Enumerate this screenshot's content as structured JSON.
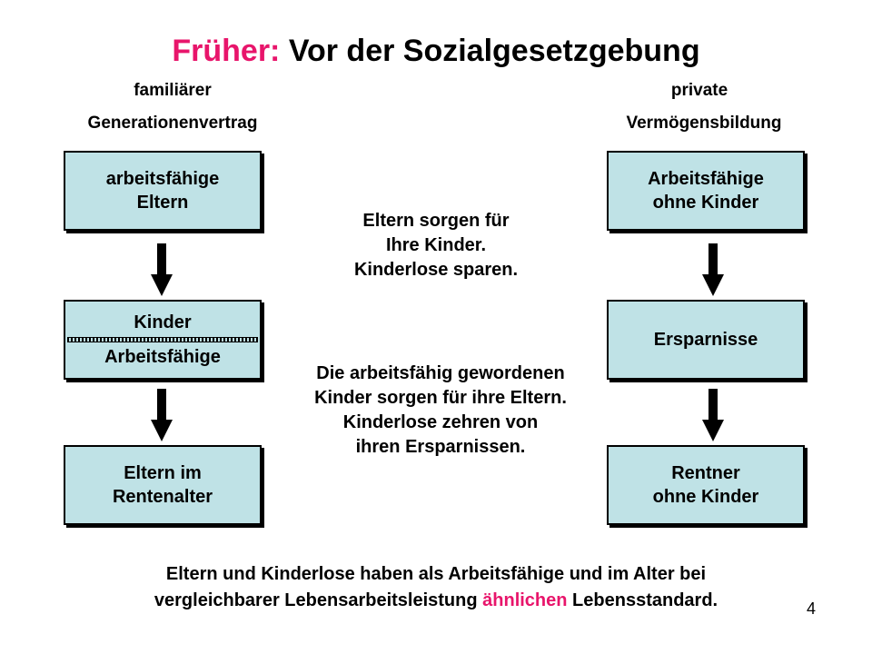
{
  "title": {
    "prefix": "Früher:",
    "rest": " Vor der Sozialgesetzgebung"
  },
  "left_header": {
    "line1": "familiärer",
    "line2": "Generationenvertrag"
  },
  "right_header": {
    "line1": "private",
    "line2": "Vermögensbildung"
  },
  "left_boxes": {
    "top": {
      "line1": "arbeitsfähige",
      "line2": "Eltern"
    },
    "middle": {
      "line1": "Kinder",
      "line2": "Arbeitsfähige"
    },
    "bottom": {
      "line1": "Eltern im",
      "line2": "Rentenalter"
    }
  },
  "right_boxes": {
    "top": {
      "line1": "Arbeitsfähige",
      "line2": "ohne Kinder"
    },
    "middle": {
      "line1": "Ersparnisse"
    },
    "bottom": {
      "line1": "Rentner",
      "line2": "ohne Kinder"
    }
  },
  "middle_text_top": [
    "Eltern sorgen für",
    "Ihre Kinder.",
    "Kinderlose sparen."
  ],
  "middle_text_bottom": [
    "Die arbeitsfähig gewordenen",
    "Kinder sorgen für ihre Eltern.",
    "Kinderlose zehren von",
    "ihren Ersparnissen."
  ],
  "footer": {
    "line1": "Eltern und Kinderlose haben als Arbeitsfähige und im Alter bei",
    "line2_before": "vergleichbarer Lebensarbeitsleistung ",
    "line2_accent": "ähnlichen",
    "line2_after": " Lebensstandard."
  },
  "page_number": "4",
  "colors": {
    "accent": "#e8156b",
    "box_fill": "#bfe2e6"
  }
}
